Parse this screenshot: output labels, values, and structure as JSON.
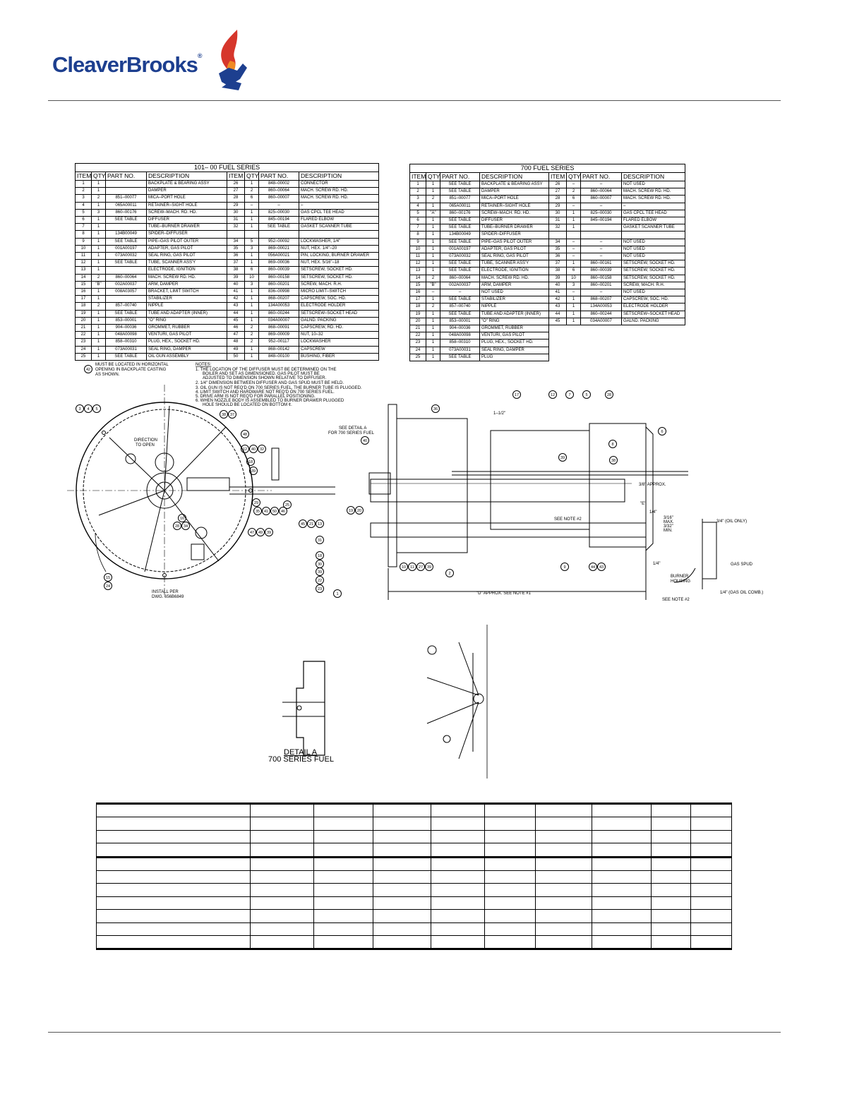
{
  "brand": {
    "logo_text": "CleaverBrooks"
  },
  "table_101": {
    "title": "101– 00 FUEL SERIES",
    "headers": [
      "ITEM",
      "QTY",
      "PART NO.",
      "DESCRIPTION",
      "ITEM",
      "QTY",
      "PART NO.",
      "DESCRIPTION"
    ],
    "rows": [
      [
        "1",
        "1",
        "",
        "BACKPLATE & BEARING ASSY",
        "26",
        "1",
        "848–00002",
        "CONNECTOR"
      ],
      [
        "2",
        "1",
        "",
        "DAMPER",
        "27",
        "2",
        "860–00064",
        "MACH. SCREW RD. HD."
      ],
      [
        "3",
        "2",
        "851–00077",
        "MICA–PORT HOLE",
        "28",
        "6",
        "860–00007",
        "MACH. SCREW RD. HD."
      ],
      [
        "4",
        "1",
        "065A00011",
        "RETAINER–SIGHT HOLE",
        "29",
        "–",
        "–",
        "–"
      ],
      [
        "5",
        "3",
        "860–00176",
        "SCREW–MACH. RD. HD.",
        "30",
        "1",
        "825–00030",
        "GAS CPCL TEE HEAD"
      ],
      [
        "6",
        "1",
        "SEE TABLE",
        "DIFFUSER",
        "31",
        "1",
        "845–00194",
        "FLARED ELBOW"
      ],
      [
        "7",
        "1",
        "",
        "TUBE–BURNER DRAWER",
        "32",
        "1",
        "SEE TABLE",
        "GASKET SCANNER TUBE"
      ],
      [
        "8",
        "1",
        "134B00049",
        "SPIDER–DIFFUSER",
        "",
        "",
        "",
        ""
      ],
      [
        "9",
        "1",
        "SEE TABLE",
        "PIPE–GAS PILOT OUTER",
        "34",
        "5",
        "952–00092",
        "LOCKWASHER, 1/4\""
      ],
      [
        "10",
        "1",
        "001A00197",
        "ADAPTER, GAS PILOT",
        "35",
        "3",
        "869–00021",
        "NUT, HEX. 1/4\"–20"
      ],
      [
        "11",
        "1",
        "073A00032",
        "SEAL RING, GAS PILOT",
        "36",
        "1",
        "056A00021",
        "PIN, LOCKING, BURNER DRAWER"
      ],
      [
        "12",
        "1",
        "SEE TABLE",
        "TUBE, SCANNER ASS'Y",
        "37",
        "1",
        "869–00036",
        "NUT, HEX. 5/16\"–18"
      ],
      [
        "13",
        "1",
        "",
        "ELECTRODE, IGNITION",
        "38",
        "6",
        "860–00039",
        "SETSCREW, SOCKET HD."
      ],
      [
        "14",
        "2",
        "860–00064",
        "MACH. SCREW RD. HD.",
        "39",
        "10",
        "860–00158",
        "SETSCREW, SOCKET HD."
      ],
      [
        "15",
        "\"B\"",
        "002A00037",
        "ARM, DAMPER",
        "40",
        "3",
        "860–00201",
        "SCREW, MACH. R.H."
      ],
      [
        "16",
        "1",
        "008A03057",
        "BRACKET, LIMIT SWITCH",
        "41",
        "1",
        "836–00998",
        "MICRO LIMIT–SWITCH"
      ],
      [
        "17",
        "1",
        "",
        "STABILIZER",
        "42",
        "1",
        "868–00207",
        "CAPSCREW, SOC. HD."
      ],
      [
        "18",
        "2",
        "857–00740",
        "NIPPLE",
        "43",
        "1",
        "134A00053",
        "ELECTRODE HOLDER"
      ],
      [
        "19",
        "1",
        "SEE TABLE",
        "TUBE AND ADAPTER (INNER)",
        "44",
        "1",
        "860–00244",
        "SETSCREW–SOCKET HEAD"
      ],
      [
        "20",
        "1",
        "853–00001",
        "\"O\" RING",
        "45",
        "1",
        "034A00007",
        "GALND. PACKING"
      ],
      [
        "21",
        "1",
        "904–00036",
        "GROMMET, RUBBER",
        "46",
        "2",
        "868–00091",
        "CAPSCREW, RD. HD."
      ],
      [
        "22",
        "1",
        "048A00098",
        "VENTURI, GAS PILOT",
        "47",
        "2",
        "869–00009",
        "NUT, 10–32"
      ],
      [
        "23",
        "1",
        "858–00310",
        "PLUG, HEX., SOCKET HD.",
        "48",
        "2",
        "952–00117",
        "LOCKWASHER"
      ],
      [
        "24",
        "1",
        "073A00031",
        "SEAL RING, DAMPER",
        "49",
        "1",
        "868–00142",
        "CAPSCREW"
      ],
      [
        "25",
        "1",
        "SEE TABLE",
        "OIL GUN ASSEMBLY",
        "50",
        "1",
        "848–00100",
        "BUSHING, FIBER"
      ]
    ]
  },
  "table_700": {
    "title": "700 FUEL SERIES",
    "headers": [
      "ITEM",
      "QTY",
      "PART NO.",
      "DESCRIPTION",
      "ITEM",
      "QTY",
      "PART NO.",
      "DESCRIPTION"
    ],
    "rows": [
      [
        "1",
        "1",
        "SEE TABLE",
        "BACKPLATE & BEARING ASSY",
        "26",
        "–",
        "–",
        "NOT USED"
      ],
      [
        "2",
        "1",
        "SEE TABLE",
        "DAMPER",
        "27",
        "2",
        "860–00064",
        "MACH. SCREW RD. HD."
      ],
      [
        "3",
        "2",
        "851–00077",
        "MICA–PORT HOLE",
        "28",
        "6",
        "860–00007",
        "MACH. SCREW RD. HD."
      ],
      [
        "4",
        "1",
        "065A00011",
        "RETAINER–SIGHT HOLE",
        "29",
        "–",
        "–",
        "–"
      ],
      [
        "5",
        "\"A\"",
        "860–00176",
        "SCREW–MACH. RD. HD.",
        "30",
        "1",
        "825–00030",
        "GAS CPCL TEE HEAD"
      ],
      [
        "6",
        "1",
        "SEE TABLE",
        "DIFFUSER",
        "31",
        "1",
        "845–00194",
        "FLARED ELBOW"
      ],
      [
        "7",
        "1",
        "SEE TABLE",
        "TUBE–BURNER DRAWER",
        "32",
        "1",
        "",
        "GASKET SCANNER TUBE"
      ],
      [
        "8",
        "1",
        "134B00049",
        "SPIDER–DIFFUSER",
        "",
        "",
        "",
        ""
      ],
      [
        "9",
        "1",
        "SEE TABLE",
        "PIPE–GAS PILOT OUTER",
        "34",
        "–",
        "–",
        "NOT USED"
      ],
      [
        "10",
        "1",
        "001A00197",
        "ADAPTER, GAS PILOT",
        "35",
        "–",
        "–",
        "NOT USED"
      ],
      [
        "11",
        "1",
        "073A00032",
        "SEAL RING, GAS PILOT",
        "36",
        "–",
        "–",
        "NOT USED"
      ],
      [
        "12",
        "1",
        "SEE TABLE",
        "TUBE, SCANNER ASS'Y",
        "37",
        "1",
        "860–00161",
        "SETSCREW, SOCKET HD."
      ],
      [
        "13",
        "1",
        "SEE TABLE",
        "ELECTRODE, IGNITION",
        "38",
        "6",
        "860–00039",
        "SETSCREW, SOCKET HD."
      ],
      [
        "14",
        "2",
        "860–00064",
        "MACH. SCREW RD. HD.",
        "39",
        "10",
        "860–00158",
        "SETSCREW, SOCKET HD."
      ],
      [
        "15",
        "\"B\"",
        "002A00037",
        "ARM, DAMPER",
        "40",
        "3",
        "860–00201",
        "SCREW, MACH. R.H."
      ],
      [
        "16",
        "–",
        "–",
        "NOT USED",
        "41",
        "–",
        "–",
        "NOT USED"
      ],
      [
        "17",
        "1",
        "SEE TABLE",
        "STABILIZER",
        "42",
        "1",
        "868–00207",
        "CAPSCREW, SOC. HD."
      ],
      [
        "18",
        "2",
        "857–00740",
        "NIPPLE",
        "43",
        "1",
        "134A00053",
        "ELECTRODE HOLDER"
      ],
      [
        "19",
        "1",
        "SEE TABLE",
        "TUBE AND ADAPTER (INNER)",
        "44",
        "1",
        "860–00244",
        "SETSCREW–SOCKET HEAD"
      ],
      [
        "20",
        "1",
        "853–00001",
        "\"O\" RING",
        "45",
        "1",
        "034A00007",
        "GALND. PACKING"
      ],
      [
        "21",
        "1",
        "904–00036",
        "GROMMET, RUBBER",
        "",
        "",
        "",
        ""
      ],
      [
        "22",
        "1",
        "048A00098",
        "VENTURI, GAS PILOT",
        "",
        "",
        "",
        ""
      ],
      [
        "23",
        "1",
        "858–00310",
        "PLUG, HEX., SOCKET HD.",
        "",
        "",
        "",
        ""
      ],
      [
        "24",
        "1",
        "073A00031",
        "SEAL RING, DAMPER",
        "",
        "",
        "",
        ""
      ],
      [
        "25",
        "1",
        "SEE TABLE",
        "PLUG",
        "",
        "",
        "",
        ""
      ]
    ]
  },
  "drawing": {
    "callout_42": [
      "MUST BE LOCATED IN HORIZONTAL",
      "OPENING IN BACKPLATE CASTING",
      "AS SHOWN."
    ],
    "notes": [
      "NOTES:",
      "1. THE LOCATION OF THE DIFFUSER MUST BE DETERMINED ON THE",
      "BOILER AND SET AS DIMENSIONED. GAS PILOT MUST BE",
      "ADJUSTED TO DIMENSION SHOWN RELATIVE TO DIFFUSER.",
      "2. 1/4\" DIMENSION BETWEEN DIFFUSER AND GAS SPUD MUST BE HELD.",
      "3. OIL GUN IS NOT REQ'D ON 700 SERIES FUEL, THE BURNER TUBE IS PLUGGED.",
      "4. LIMIT SWITCH AND HARDWARE NOT REQ'D ON 700 SERIES FUEL.",
      "5. DRIVE ARM IS NOT REQ'D FOR PARALLEL POSITIONING.",
      "6. WHEN NOZZLE BODY IS ASSEMBLED TO BURNER DRAWER PLUGGED",
      "HOLE SHOULD BE LOCATED ON BOTTOM ¢."
    ],
    "direction": [
      "DIRECTION",
      "TO OPEN"
    ],
    "install": [
      "INSTALL PER",
      "DWG. 656B6849"
    ],
    "see_detail": [
      "SEE DETAIL A",
      "FOR 700 SERIES FUEL"
    ],
    "dim_1_5": "1–1/2\"",
    "dim_3_8": "3/8\" APPROX.",
    "dim_e": "\"E\"",
    "dim_1_4": "1/4\"",
    "dim_3_16": [
      "3/16\"",
      "MAX.",
      "3/32\"",
      "MIN."
    ],
    "dim_3_4": "3/4\" (OIL ONLY)",
    "gas_spud": "GAS SPUD",
    "burner_housing": [
      "BURNER",
      "HOUSING"
    ],
    "dim_1_4_gas": "1/4\" (GAS OIL COMB.)",
    "see_note_2": "SEE NOTE #2",
    "dim_d": "\"D\" APPROX. SEE NOTE #1",
    "balloons": [
      "42",
      "3",
      "4",
      "5",
      "38",
      "37",
      "48",
      "12",
      "40",
      "32",
      "18",
      "39",
      "29",
      "25",
      "16",
      "28",
      "34",
      "35",
      "41",
      "50",
      "46",
      "47",
      "49",
      "39",
      "15",
      "24",
      "36",
      "40",
      "19",
      "20",
      "45",
      "21",
      "13",
      "31",
      "18",
      "30",
      "39",
      "22",
      "23",
      "1",
      "10",
      "11",
      "27",
      "39",
      "2",
      "17",
      "12",
      "7",
      "5",
      "28",
      "6",
      "8",
      "38",
      "39",
      "9",
      "44",
      "43"
    ]
  },
  "detail": {
    "label1": "DETAIL A",
    "label2": "700 SERIES FUEL"
  }
}
